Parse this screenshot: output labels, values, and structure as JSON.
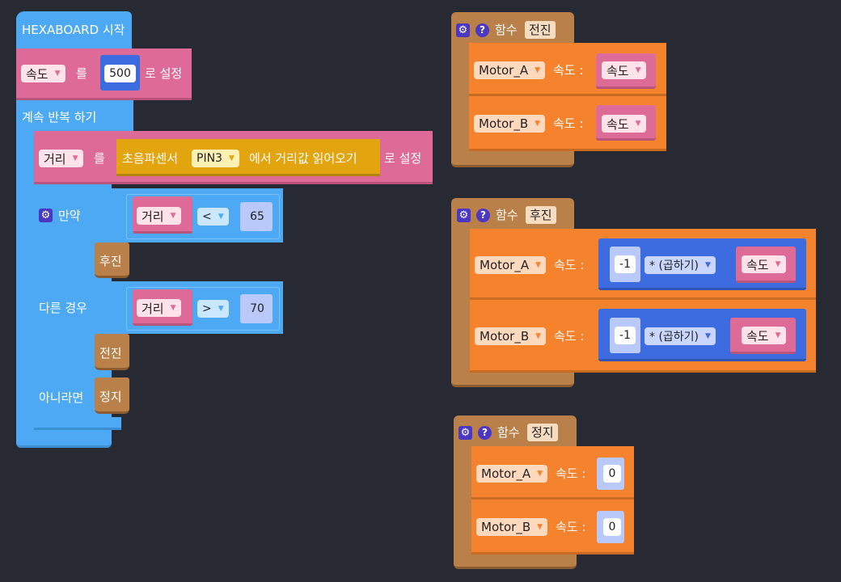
{
  "main_program": {
    "start_label": "HEXABOARD 시작",
    "set_speed": {
      "var": "속도",
      "to_label": "를",
      "value": "500",
      "set_label": "로 설정"
    },
    "forever_label": "계속 반복 하기",
    "set_distance": {
      "var": "거리",
      "to_label": "를",
      "sensor_label": "초음파센서",
      "pin": "PIN3",
      "read_label": "에서 거리값 읽어오기",
      "set_label": "로 설정"
    },
    "if_label": "만약",
    "cond1": {
      "var": "거리",
      "op": "<",
      "value": "65"
    },
    "call1": "후진",
    "elseif_label": "다른 경우",
    "cond2": {
      "var": "거리",
      "op": ">",
      "value": "70"
    },
    "call2": "전진",
    "else_label": "아니라면",
    "call3": "정지"
  },
  "functions": [
    {
      "keyword": "함수",
      "name": "전진",
      "rows": [
        {
          "motor": "Motor_A",
          "speed_label": "속도 :",
          "value_var": "속도"
        },
        {
          "motor": "Motor_B",
          "speed_label": "속도 :",
          "value_var": "속도"
        }
      ]
    },
    {
      "keyword": "함수",
      "name": "후진",
      "rows": [
        {
          "motor": "Motor_A",
          "speed_label": "속도 :",
          "neg": "-1",
          "op": "* (곱하기)",
          "value_var": "속도"
        },
        {
          "motor": "Motor_B",
          "speed_label": "속도 :",
          "neg": "-1",
          "op": "* (곱하기)",
          "value_var": "속도"
        }
      ]
    },
    {
      "keyword": "함수",
      "name": "정지",
      "rows": [
        {
          "motor": "Motor_A",
          "speed_label": "속도 :",
          "value": "0"
        },
        {
          "motor": "Motor_B",
          "speed_label": "속도 :",
          "value": "0"
        }
      ]
    }
  ],
  "icons": {
    "gear": "gear-icon",
    "help": "help-icon",
    "dropdown": "dropdown-arrow-icon"
  },
  "colors": {
    "background": "#272a33",
    "control": "#4ea9f5",
    "variable": "#de6b97",
    "sensor": "#e2a50f",
    "motor": "#f5822d",
    "function": "#b98149",
    "math": "#3d6ce0",
    "gear_icon": "#4a37c4"
  }
}
